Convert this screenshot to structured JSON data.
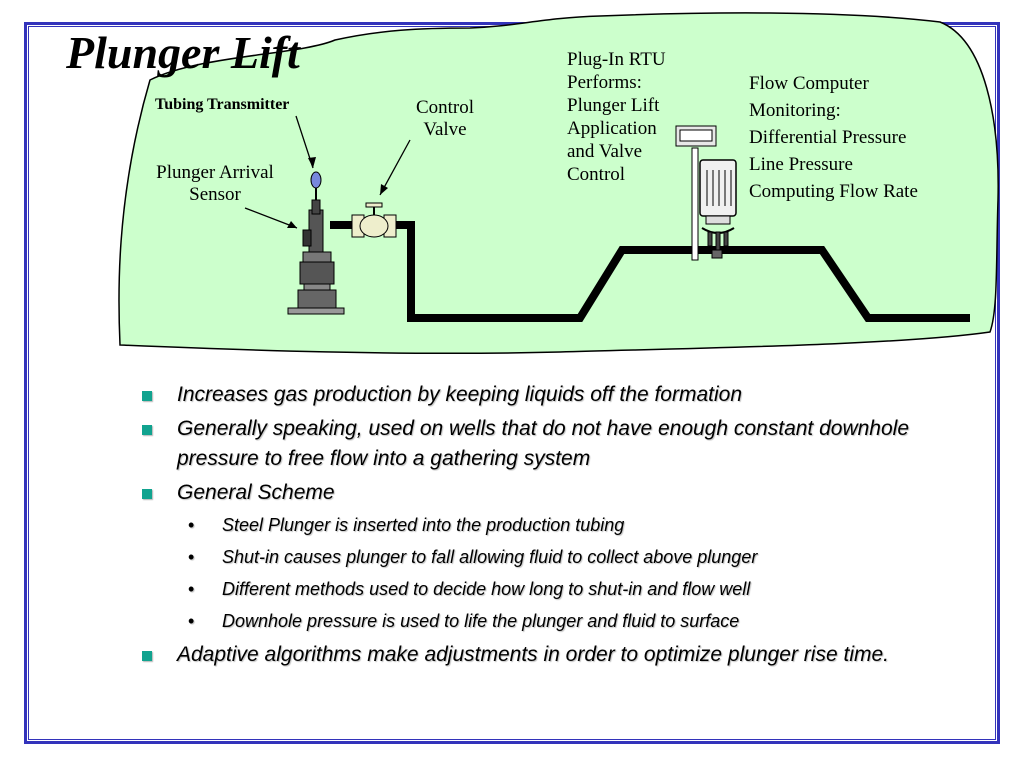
{
  "slide": {
    "title": "Plunger Lift",
    "frame_color": "#3333bb",
    "cloud_color": "#ccffcc",
    "bullet_color": "#11a38f"
  },
  "diagram": {
    "labels": {
      "tubing_transmitter": "Tubing Transmitter",
      "plunger_arrival_sensor": [
        "Plunger Arrival",
        "Sensor"
      ],
      "control_valve": [
        "Control",
        "Valve"
      ],
      "rtu": [
        "Plug-In RTU",
        "Performs:",
        "Plunger Lift",
        "Application",
        "and Valve",
        "Control"
      ],
      "flow_computer": [
        "Flow Computer",
        "Monitoring:",
        "Differential Pressure",
        "Line Pressure",
        "Computing Flow Rate"
      ]
    },
    "icons": [
      "wellhead-icon",
      "plunger-sensor-icon",
      "tubing-transmitter-icon",
      "control-valve-icon",
      "rtu-display-icon",
      "flow-computer-icon",
      "pipeline-icon"
    ]
  },
  "bullets": [
    {
      "text": "Increases gas production by keeping liquids off the formation",
      "sub": []
    },
    {
      "text": "Generally speaking, used on wells that do not have enough constant downhole pressure to free flow into a gathering system",
      "sub": []
    },
    {
      "text": "General Scheme",
      "sub": [
        "Steel Plunger is inserted into the production tubing",
        "Shut-in causes plunger to fall allowing fluid to collect above plunger",
        "Different methods used to decide how long to shut-in and flow well",
        "Downhole pressure is used to life the plunger and fluid to surface"
      ]
    },
    {
      "text": "Adaptive algorithms make adjustments in order to optimize plunger rise time.",
      "sub": []
    }
  ]
}
